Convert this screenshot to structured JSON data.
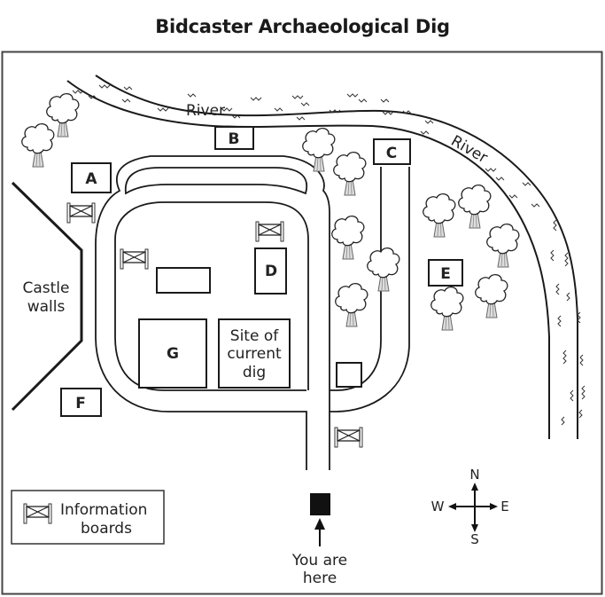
{
  "title": "Bidcaster Archaeological Dig",
  "river": {
    "label_west": "River",
    "label_east": "River"
  },
  "buildings": [
    {
      "id": "A",
      "label": "A"
    },
    {
      "id": "B",
      "label": "B"
    },
    {
      "id": "C",
      "label": "C"
    },
    {
      "id": "D",
      "label": "D"
    },
    {
      "id": "E",
      "label": "E"
    },
    {
      "id": "F",
      "label": "F"
    },
    {
      "id": "G",
      "label": "G"
    }
  ],
  "castle_walls": {
    "line1": "Castle",
    "line2": "walls"
  },
  "current_dig": {
    "line1": "Site of",
    "line2": "current",
    "line3": "dig"
  },
  "you_are_here": {
    "line1": "You are",
    "line2": "here"
  },
  "legend": {
    "icon": "information-board-icon",
    "line1": "Information",
    "line2": "boards"
  },
  "compass": {
    "n": "N",
    "s": "S",
    "e": "E",
    "w": "W"
  },
  "colors": {
    "ink": "#1a1a1a",
    "background": "#ffffff",
    "tree_trunk": "#777777"
  }
}
